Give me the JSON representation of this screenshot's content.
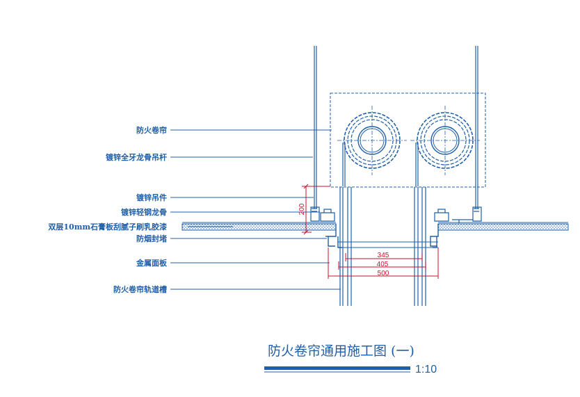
{
  "labels": {
    "fire_shutter": "防火卷帘",
    "threaded_rod": "镀锌全牙龙骨吊杆",
    "hanger": "镀锌吊件",
    "light_steel_joist": "镀锌轻钢龙骨",
    "gypsum_board": "双层10mm石膏板刮腻子刷乳胶漆",
    "smoke_seal": "防烟封堵",
    "metal_panel": "金属面板",
    "guide_rail": "防火卷帘轨道槽"
  },
  "dimensions": {
    "height": "200",
    "inner": "345",
    "middle": "405",
    "outer": "500"
  },
  "title": {
    "text": "防火卷帘通用施工图 (一)",
    "scale": "1:10"
  },
  "colors": {
    "line": "#1f5fa8",
    "dimension": "#c8102e",
    "hatch": "#1f5fa8"
  }
}
